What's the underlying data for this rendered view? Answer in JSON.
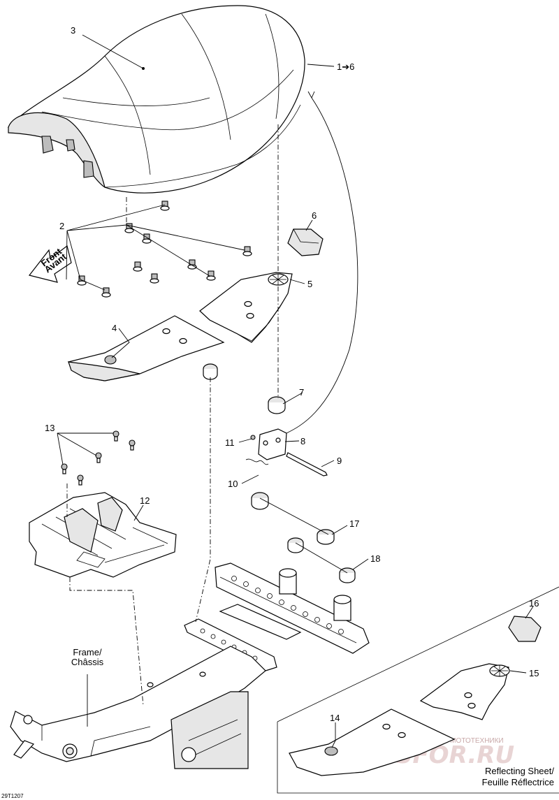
{
  "callouts": {
    "c1": "1➔6",
    "c2": "2",
    "c3": "3",
    "c4": "4",
    "c5": "5",
    "c6": "6",
    "c7": "7",
    "c8": "8",
    "c9": "9",
    "c10": "10",
    "c11": "11",
    "c12": "12",
    "c13": "13",
    "c14": "14",
    "c15": "15",
    "c16": "16",
    "c17": "17",
    "c18": "18"
  },
  "labels": {
    "front_line1": "Front",
    "front_line2": "Avant",
    "frame_line1": "Frame/",
    "frame_line2": "Châssis",
    "reflecting_line1": "Reflecting Sheet/",
    "reflecting_line2": "Feuille Réflectrice",
    "drawing_ref": "29T1207"
  },
  "watermark": {
    "top": "ЗАПЧАСТИ И АКСЕССУАРЫ ДЛЯ МОТОТЕХНИКИ",
    "logo": "PARTSFOR.RU"
  },
  "colors": {
    "line": "#000000",
    "background": "#ffffff",
    "watermark": "#d8b4b4"
  }
}
